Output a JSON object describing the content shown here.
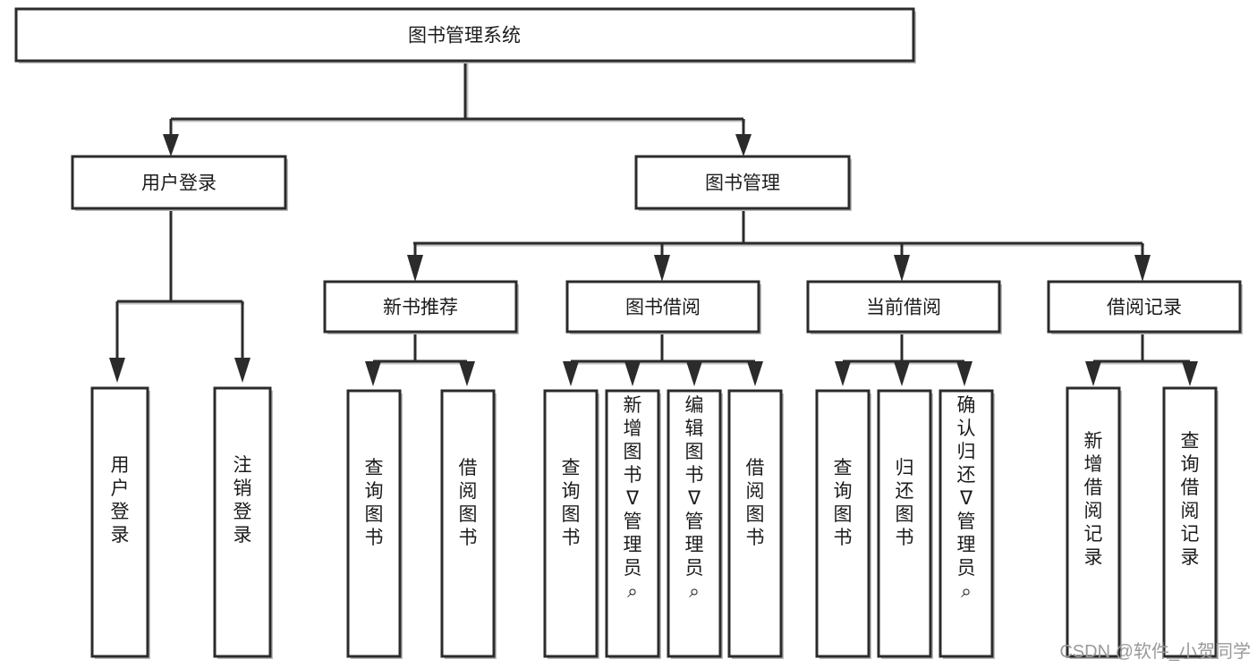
{
  "diagram": {
    "type": "tree-hierarchy",
    "title": "图书管理系统",
    "root": {
      "label": "图书管理系统",
      "id": "root"
    },
    "level2": [
      {
        "id": "user-login",
        "label": "用户登录"
      },
      {
        "id": "book-manage",
        "label": "图书管理"
      }
    ],
    "level3": [
      {
        "id": "new-book-recommend",
        "label": "新书推荐",
        "parent": "book-manage"
      },
      {
        "id": "book-borrow",
        "label": "图书借阅",
        "parent": "book-manage"
      },
      {
        "id": "current-borrow",
        "label": "当前借阅",
        "parent": "book-manage"
      },
      {
        "id": "borrow-record",
        "label": "借阅记录",
        "parent": "book-manage"
      }
    ],
    "leaves": {
      "user-login": [
        {
          "id": "leaf-user-login",
          "label": "用户登录"
        },
        {
          "id": "leaf-logout",
          "label": "注销登录"
        }
      ],
      "new-book-recommend": [
        {
          "id": "leaf-query-book-1",
          "label": "查询图书"
        },
        {
          "id": "leaf-borrow-book-1",
          "label": "借阅图书"
        }
      ],
      "book-borrow": [
        {
          "id": "leaf-query-book-2",
          "label": "查询图书"
        },
        {
          "id": "leaf-add-book",
          "label": "新增图书（管理员）"
        },
        {
          "id": "leaf-edit-book",
          "label": "编辑图书（管理员）"
        },
        {
          "id": "leaf-borrow-book-2",
          "label": "借阅图书"
        }
      ],
      "current-borrow": [
        {
          "id": "leaf-query-book-3",
          "label": "查询图书"
        },
        {
          "id": "leaf-return-book",
          "label": "归还图书"
        },
        {
          "id": "leaf-confirm-return",
          "label": "确认归还（管理员）"
        }
      ],
      "borrow-record": [
        {
          "id": "leaf-add-record",
          "label": "新增借阅记录"
        },
        {
          "id": "leaf-query-record",
          "label": "查询借阅记录"
        }
      ]
    },
    "colors": {
      "box_stroke": "#2b2b2b",
      "box_fill": "#ffffff",
      "text": "#1c1c1c",
      "shadow": "#bdbdbd",
      "watermark": "#9a9a9a"
    }
  },
  "watermark": {
    "text": "CSDN @软件_小贺同学"
  }
}
